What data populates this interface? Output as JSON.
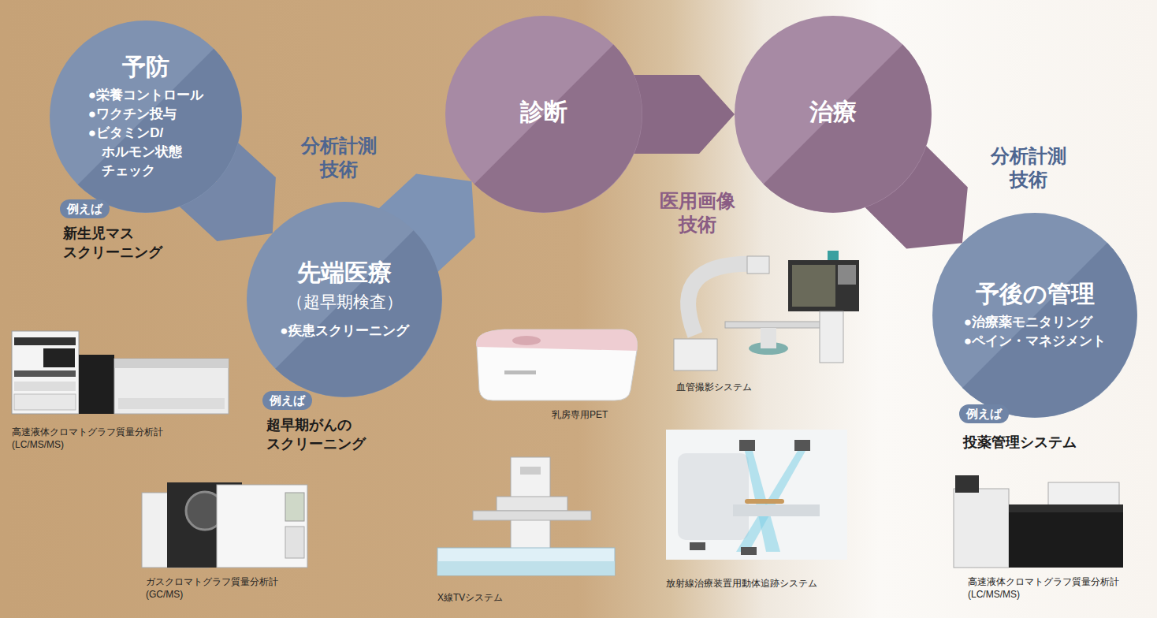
{
  "diagram": {
    "nodes": [
      {
        "text": [
          "予防",
          "●栄養コントロール",
          "●ワクチン投与",
          "●ビタミンD/ ホルモン状態 チェック"
        ]
      },
      {
        "text": [
          "例えば"
        ]
      },
      {
        "text": [
          "先端医療",
          "（超早期検査）",
          "●疾患スクリーニング"
        ]
      },
      {
        "text": [
          "例えば"
        ]
      },
      {
        "text": [
          "診断"
        ]
      },
      {
        "text": [
          "治療"
        ]
      },
      {
        "text": [
          "予後の管理",
          "●治療薬モニタリング",
          "●ペイン・マネジメント"
        ]
      },
      {
        "text": [
          "例えば"
        ]
      }
    ],
    "edges": [
      {
        "from": 0,
        "to": 2,
        "arrow": "to"
      },
      {
        "from": 2,
        "to": 4,
        "arrow": "to"
      },
      {
        "from": 4,
        "to": 5,
        "arrow": "to"
      },
      {
        "from": 5,
        "to": 6,
        "arrow": "to"
      }
    ],
    "labels": [
      "分析計測 技術",
      "新生児マス スクリーニング",
      "超早期がんの スクリーニング",
      "医用画像 技術",
      "分析計測 技術",
      "投薬管理システム",
      "高速液体クロマトグラフ質量分析計 (LC/MS/MS)",
      "ガスクロマトグラフ質量分析計 (GC/MS)",
      "乳房専用PET",
      "X線TVシステム",
      "血管撮影システム",
      "放射線治療装置用動体追跡システム",
      "高速液体クロマトグラフ質量分析計 (LC/MS/MS)"
    ]
  }
}
